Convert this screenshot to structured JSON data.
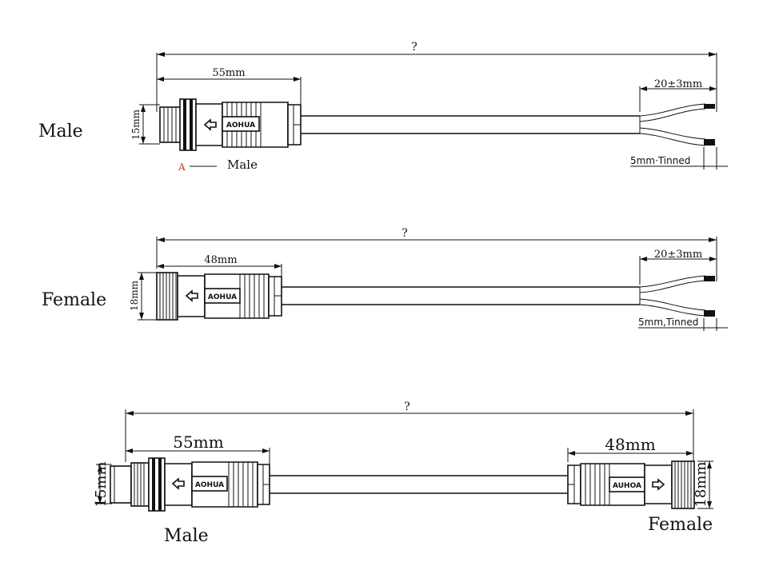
{
  "diagram1": {
    "label": "Male",
    "total_length": "?",
    "connector_length": "55mm",
    "diameter": "15mm",
    "strip_length": "20±3mm",
    "tinned_note": "5mm·Tinned",
    "marker_letter": "A",
    "marker_text": "Male",
    "logo": "AOHUA"
  },
  "diagram2": {
    "label": "Female",
    "total_length": "?",
    "connector_length": "48mm",
    "diameter": "18mm",
    "strip_length": "20±3mm",
    "tinned_note": "5mm,Tinned",
    "logo": "AOHUA"
  },
  "diagram3": {
    "total_length": "?",
    "left_connector_length": "55mm",
    "right_connector_length": "48mm",
    "left_diameter": "15mm",
    "right_diameter": "18mm",
    "left_label": "Male",
    "right_label": "Female",
    "left_logo": "AOHUA",
    "right_logo": "AUHOA"
  },
  "colors": {
    "line": "#111111",
    "marker": "#c0392b"
  }
}
